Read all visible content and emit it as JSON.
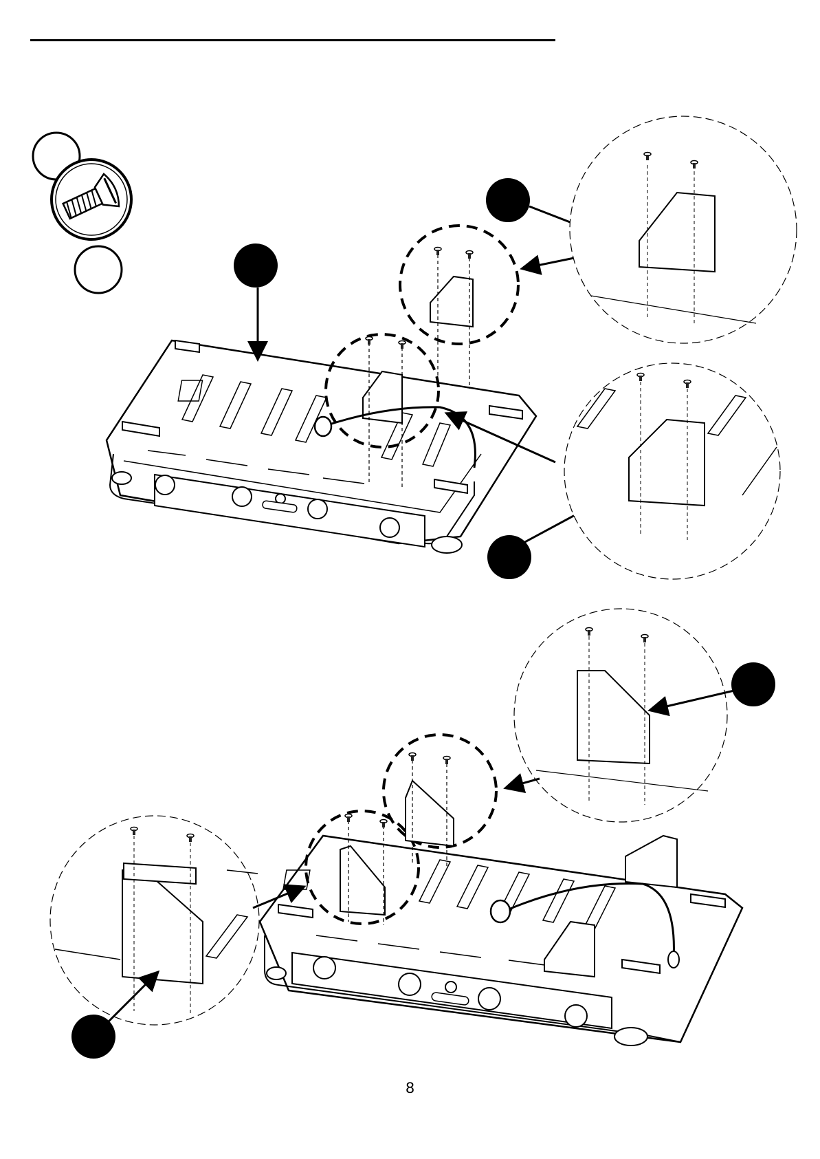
{
  "page": {
    "number": "8",
    "colors": {
      "ink": "#000000",
      "paper": "#ffffff",
      "grey": "#dcdcdc"
    }
  },
  "illustrations": [
    {
      "name": "screw-callout",
      "icon": "flat-head-screw-icon"
    },
    {
      "name": "top-assembly",
      "icon": "grill-base-plate-icon"
    },
    {
      "name": "bottom-assembly",
      "icon": "grill-base-plate-icon"
    }
  ]
}
